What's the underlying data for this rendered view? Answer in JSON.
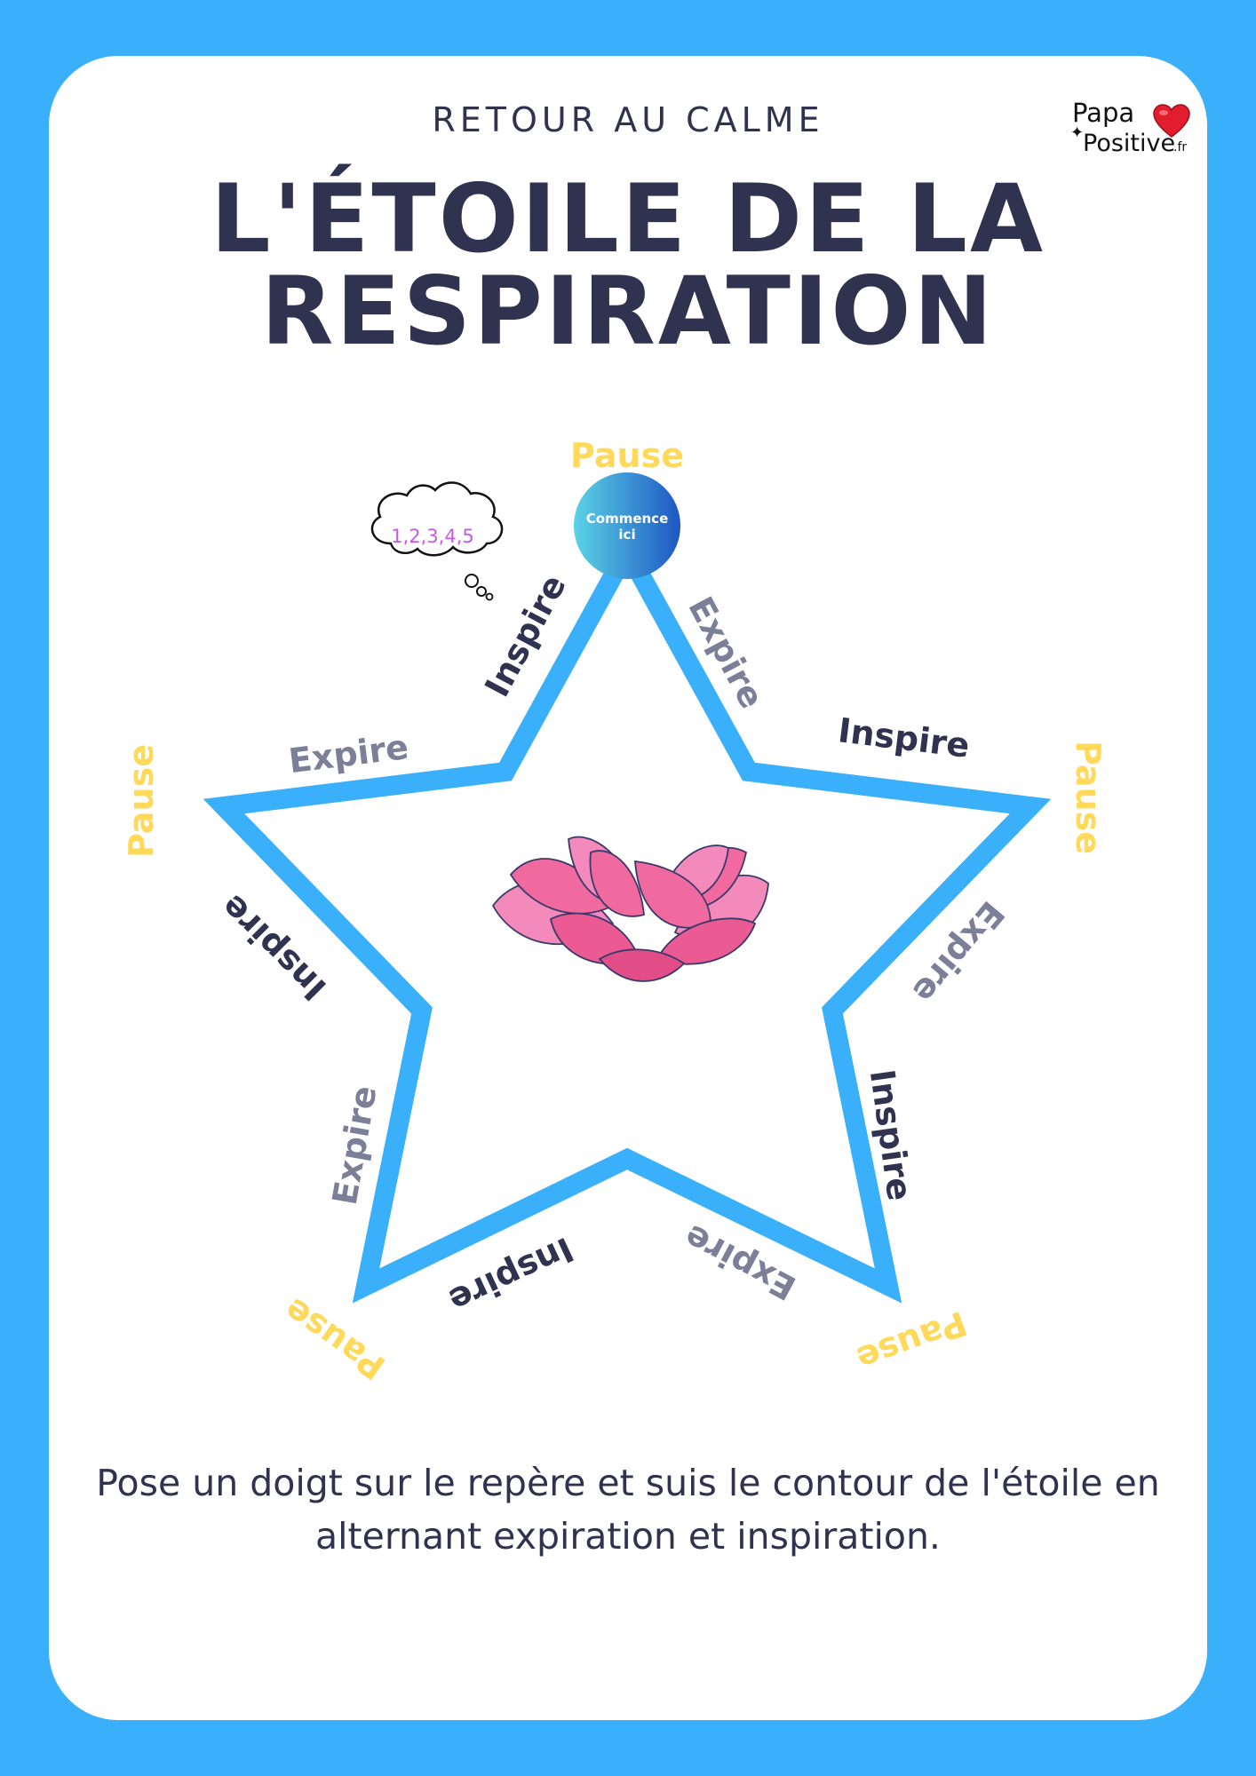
{
  "header": {
    "subtitle": "RETOUR AU CALME",
    "title_line1": "L'ÉTOILE DE LA",
    "title_line2": "RESPIRATION"
  },
  "logo": {
    "line1": "Papa",
    "line2": "Positive",
    "tld": ".fr"
  },
  "diagram": {
    "start_label_1": "Commence",
    "start_label_2": "ici",
    "thought": "1,2,3,4,5",
    "inspire": "Inspire",
    "expire": "Expire",
    "pause": "Pause"
  },
  "instructions": {
    "line1": "Pose un doigt sur le repère et suis le contour de l'étoile en",
    "line2": "alternant expiration et inspiration."
  },
  "colors": {
    "background": "#3ab0fb",
    "star": "#3ab0fb",
    "text_dark": "#2f3350",
    "text_expire": "#7b7f98",
    "text_pause": "#ffd95a",
    "lotus": "#f06aa0"
  }
}
